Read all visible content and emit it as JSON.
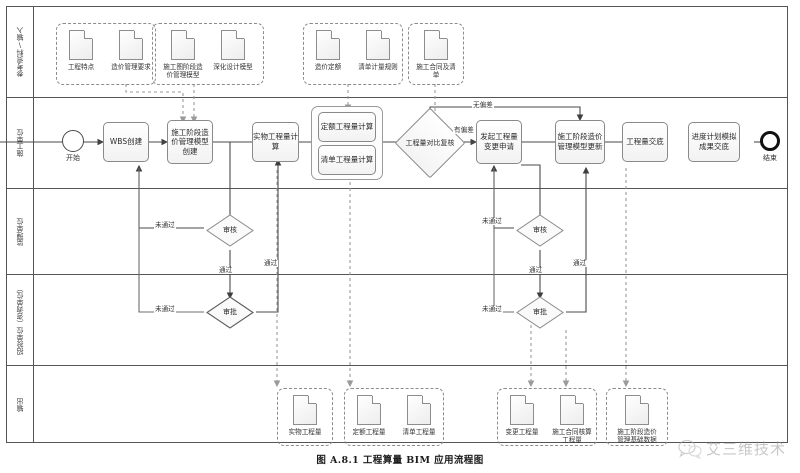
{
  "caption": "图 A.8.1   工程算量 BIM 应用流程图",
  "watermark": {
    "text": "艾三维技术",
    "icon": "wechat-icon"
  },
  "lanes": [
    {
      "id": "reference",
      "label": "参考资料\\输入"
    },
    {
      "id": "contractor",
      "label": "施工单位"
    },
    {
      "id": "supervisor",
      "label": "监理单位"
    },
    {
      "id": "bidding",
      "label": "招投单位（咨询单位）"
    },
    {
      "id": "output",
      "label": "输出"
    }
  ],
  "reference_groups": [
    {
      "id": "g1",
      "docs": [
        {
          "label": "工程特点"
        },
        {
          "label": "造价管理要求"
        }
      ]
    },
    {
      "id": "g2",
      "docs": [
        {
          "label": "施工图阶段造价管理模型"
        },
        {
          "label": "深化设计模型"
        }
      ]
    },
    {
      "id": "g3",
      "docs": [
        {
          "label": "造价定额"
        },
        {
          "label": "清单计量规则"
        }
      ]
    },
    {
      "id": "g4",
      "docs": [
        {
          "label": "施工合同及清单"
        }
      ]
    }
  ],
  "process": {
    "start_label": "开始",
    "end_label": "结束",
    "nodes": [
      {
        "id": "wbs",
        "label": "WBS创建"
      },
      {
        "id": "model",
        "label": "施工阶段造价管理模型创建"
      },
      {
        "id": "physical",
        "label": "实物工程量计算"
      },
      {
        "id": "quota",
        "label": "定额工程量计算"
      },
      {
        "id": "billqty",
        "label": "清单工程量计算"
      },
      {
        "id": "change_req",
        "label": "发起工程量变更申请"
      },
      {
        "id": "model_upd",
        "label": "施工阶段造价管理模型更新"
      },
      {
        "id": "handover",
        "label": "工程量交底"
      },
      {
        "id": "sim_result",
        "label": "进度计划模拟成果交底"
      }
    ]
  },
  "decisions": [
    {
      "id": "compare",
      "label": "工程量对比复核"
    },
    {
      "id": "review_l",
      "label": "审核"
    },
    {
      "id": "approve_l",
      "label": "审批"
    },
    {
      "id": "review_r",
      "label": "审核"
    },
    {
      "id": "approve_r",
      "label": "审批"
    }
  ],
  "edge_labels": {
    "no_deviation": "无偏差",
    "has_deviation": "有偏差",
    "fail": "未通过",
    "pass": "通过"
  },
  "output_groups": [
    {
      "id": "o1",
      "docs": [
        {
          "label": "实物工程量"
        }
      ]
    },
    {
      "id": "o2",
      "docs": [
        {
          "label": "定额工程量"
        },
        {
          "label": "清单工程量"
        }
      ]
    },
    {
      "id": "o3",
      "docs": [
        {
          "label": "变更工程量"
        },
        {
          "label": "施工合同核算工程量"
        }
      ]
    },
    {
      "id": "o4",
      "docs": [
        {
          "label": "施工阶段造价管理基础数据"
        }
      ]
    }
  ],
  "colors": {
    "frame": "#555555",
    "node_border": "#8a8a8a",
    "wire": "#4a4a4a",
    "dashed_wire": "#9a9a9a"
  }
}
